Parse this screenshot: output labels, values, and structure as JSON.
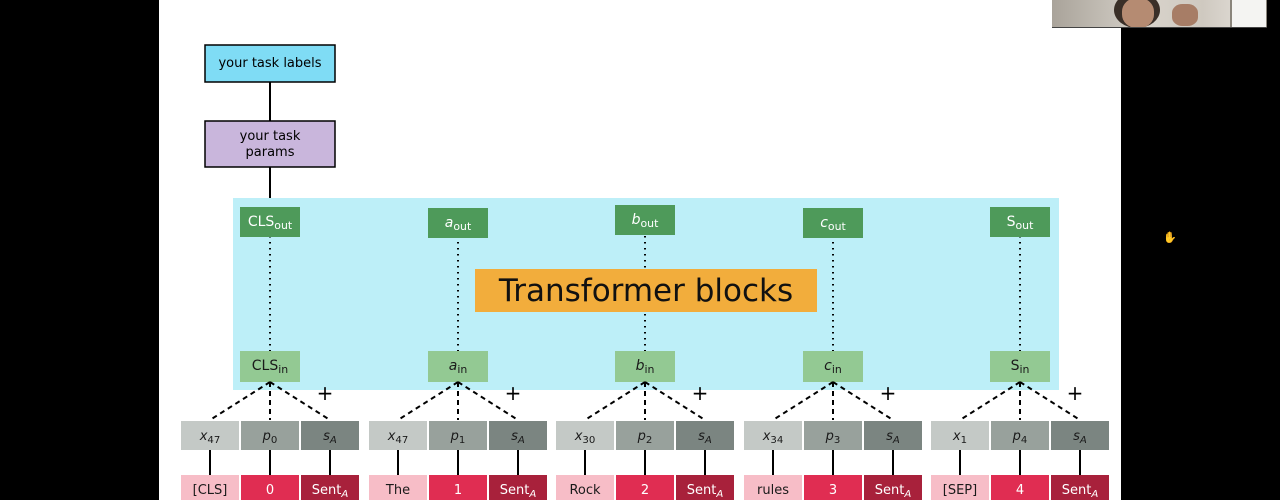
{
  "head": {
    "labels": "your task labels",
    "params_line1": "your task",
    "params_line2": "params"
  },
  "transformer_label": "Transformer blocks",
  "outputs": [
    {
      "base": "CLS",
      "sub": "out",
      "italic": false
    },
    {
      "base": "a",
      "sub": "out",
      "italic": true
    },
    {
      "base": "b",
      "sub": "out",
      "italic": true
    },
    {
      "base": "c",
      "sub": "out",
      "italic": true
    },
    {
      "base": "S",
      "sub": "out",
      "italic": false
    }
  ],
  "inputs": [
    {
      "base": "CLS",
      "sub": "in",
      "italic": false
    },
    {
      "base": "a",
      "sub": "in",
      "italic": true
    },
    {
      "base": "b",
      "sub": "in",
      "italic": true
    },
    {
      "base": "c",
      "sub": "in",
      "italic": true
    },
    {
      "base": "S",
      "sub": "in",
      "italic": false
    }
  ],
  "plus_sign": "+",
  "embeddings": [
    {
      "x": {
        "base": "x",
        "sub": "47"
      },
      "p": {
        "base": "p",
        "sub": "0"
      },
      "s": {
        "base": "s",
        "sub": "A"
      }
    },
    {
      "x": {
        "base": "x",
        "sub": "47"
      },
      "p": {
        "base": "p",
        "sub": "1"
      },
      "s": {
        "base": "s",
        "sub": "A"
      }
    },
    {
      "x": {
        "base": "x",
        "sub": "30"
      },
      "p": {
        "base": "p",
        "sub": "2"
      },
      "s": {
        "base": "s",
        "sub": "A"
      }
    },
    {
      "x": {
        "base": "x",
        "sub": "34"
      },
      "p": {
        "base": "p",
        "sub": "3"
      },
      "s": {
        "base": "s",
        "sub": "A"
      }
    },
    {
      "x": {
        "base": "x",
        "sub": "1"
      },
      "p": {
        "base": "p",
        "sub": "4"
      },
      "s": {
        "base": "s",
        "sub": "A"
      }
    }
  ],
  "tokens": [
    {
      "word": "[CLS]",
      "pos": "0",
      "sent": "Sent",
      "sent_sub": "A"
    },
    {
      "word": "The",
      "pos": "1",
      "sent": "Sent",
      "sent_sub": "A"
    },
    {
      "word": "Rock",
      "pos": "2",
      "sent": "Sent",
      "sent_sub": "A"
    },
    {
      "word": "rules",
      "pos": "3",
      "sent": "Sent",
      "sent_sub": "A"
    },
    {
      "word": "[SEP]",
      "pos": "4",
      "sent": "Sent",
      "sent_sub": "A"
    }
  ],
  "colors": {
    "labels_box": "#7fdcf5",
    "params_box": "#c9b6dc",
    "transformer_band": "#bdeff8",
    "transformer_label_bg": "#f2ad3c",
    "out_box": "#4e9a5a",
    "in_box": "#93c993",
    "x_box": "#c4c9c6",
    "p_box": "#98a19c",
    "s_box": "#7b8581",
    "word_box": "#f7bdc7",
    "pos_box": "#e02d52",
    "sent_box": "#a8213b"
  },
  "icons": {
    "cursor": "cursor-hand-icon",
    "webcam": "webcam-thumbnail"
  }
}
